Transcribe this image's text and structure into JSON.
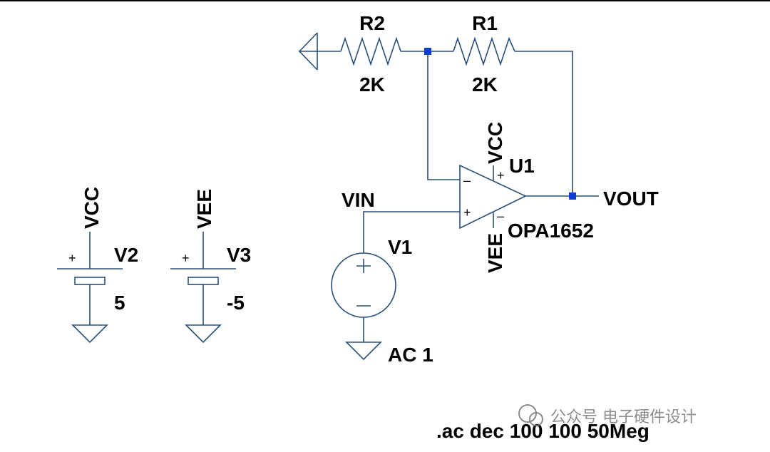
{
  "colors": {
    "wire": "#2a4f7a",
    "junction": "#0a3fd6",
    "text": "#000000",
    "background": "#ffffff"
  },
  "components": {
    "r2": {
      "ref": "R2",
      "value": "2K"
    },
    "r1": {
      "ref": "R1",
      "value": "2K"
    },
    "u1": {
      "ref": "U1",
      "model": "OPA1652",
      "supply_pos_net": "VCC",
      "supply_neg_net": "VEE"
    },
    "v1": {
      "ref": "V1",
      "value": "AC 1"
    },
    "v2": {
      "ref": "V2",
      "value": "5",
      "net": "VCC"
    },
    "v3": {
      "ref": "V3",
      "value": "-5",
      "net": "VEE"
    }
  },
  "nets": {
    "vin": "VIN",
    "vout": "VOUT"
  },
  "directive": ".ac dec 100 100 50Meg",
  "watermark": "公众号 电子硬件设计"
}
